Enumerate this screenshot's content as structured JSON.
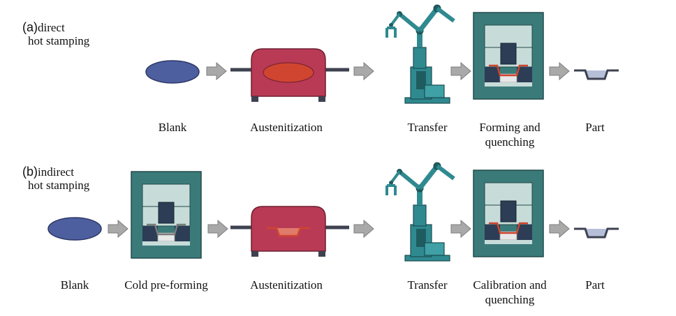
{
  "sections": [
    {
      "tag": "(a)",
      "title_line1": "direct",
      "title_line2": "hot stamping",
      "steps": [
        "Blank",
        "Austenitization",
        "Transfer",
        "Forming and",
        "quenching",
        "Part"
      ]
    },
    {
      "tag": "(b)",
      "title_line1": "indirect",
      "title_line2": "hot stamping",
      "steps": [
        "Blank",
        "Cold pre-forming",
        "Austenitization",
        "Transfer",
        "Calibration and",
        "quenching",
        "Part"
      ]
    }
  ],
  "colors": {
    "blank": "#4e5fa0",
    "furnace": "#b93a55",
    "press": "#3a7b7a",
    "robot": "#2f8a90",
    "arrow": "#a9a9a9",
    "die": "#2c3d55",
    "hot_blank": "#d0452f"
  }
}
